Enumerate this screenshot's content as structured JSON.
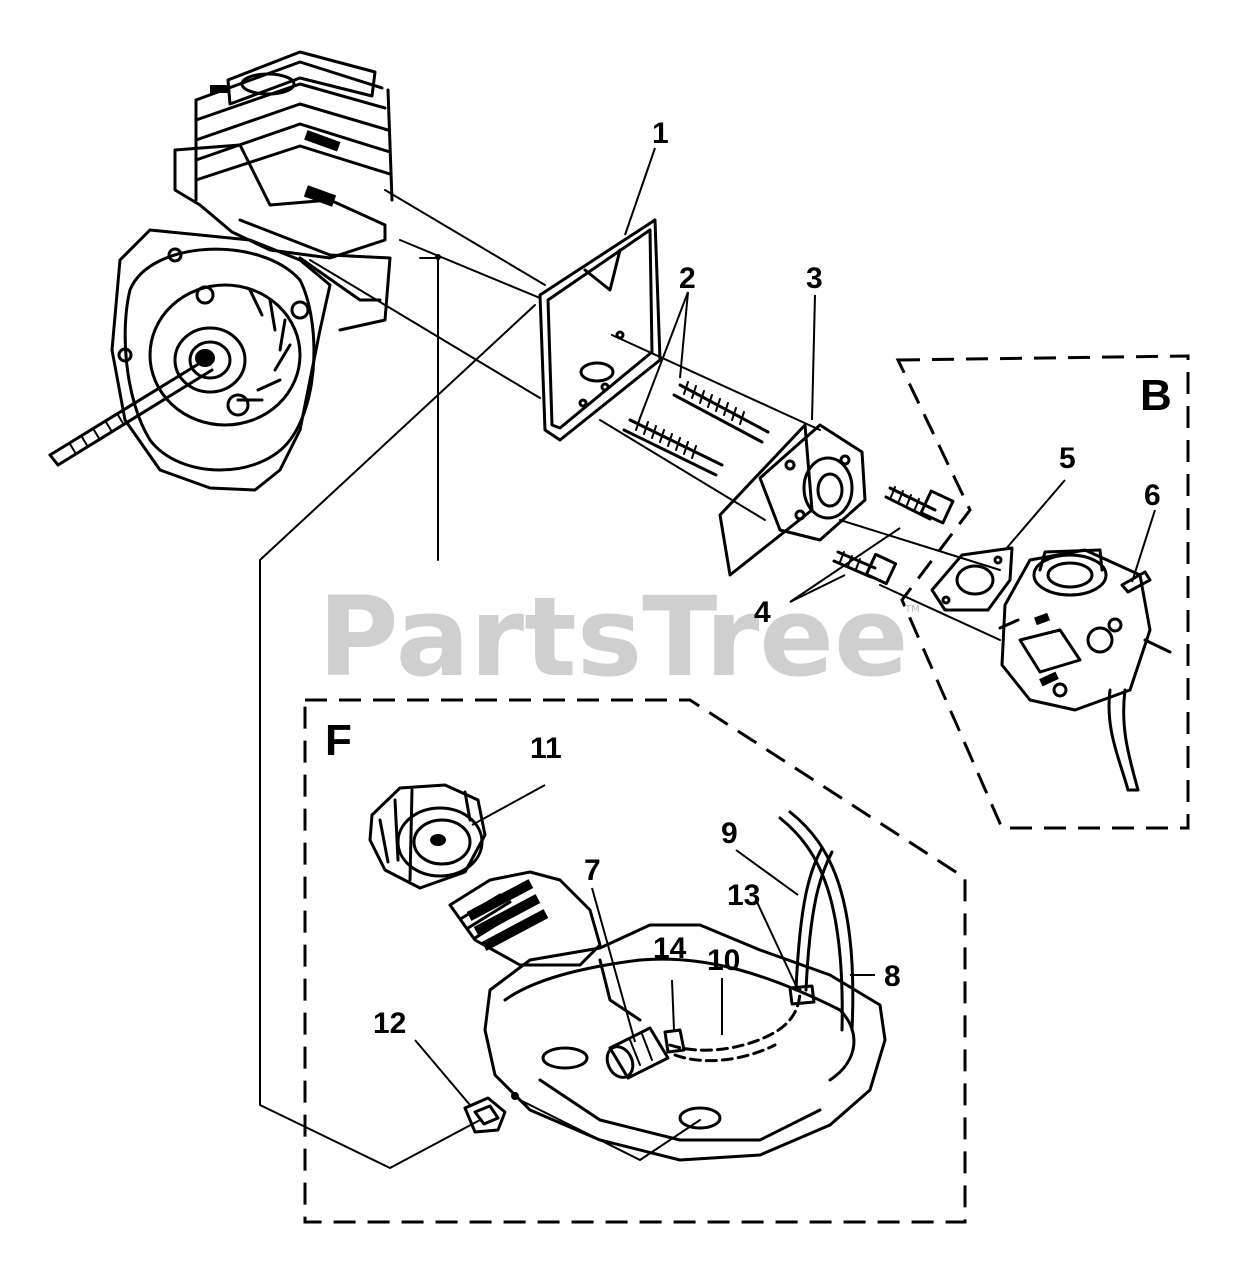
{
  "watermark": {
    "text": "PartsTree",
    "trademark": "TM"
  },
  "groups": [
    {
      "id": "B",
      "label": "B"
    },
    {
      "id": "F",
      "label": "F"
    }
  ],
  "callouts": [
    "1",
    "2",
    "3",
    "4",
    "5",
    "6",
    "7",
    "8",
    "9",
    "10",
    "11",
    "12",
    "13",
    "14"
  ]
}
